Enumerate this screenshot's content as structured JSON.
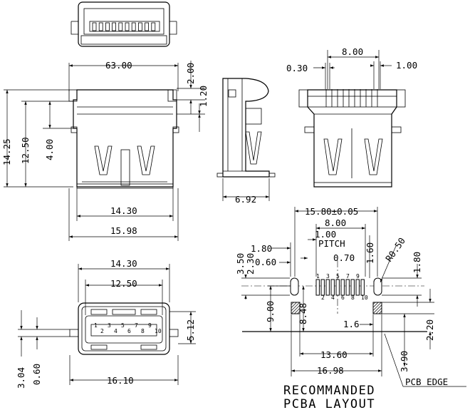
{
  "side_view_dims": {
    "d_63": "63.00",
    "d_2": "2.00",
    "d_120": "1.20",
    "d_1425": "14.25",
    "d_1250": "12.50",
    "d_4": "4.00",
    "d_1430": "14.30",
    "d_1598": "15.98"
  },
  "profile_view_dims": {
    "d_692": "6.92"
  },
  "rear_view_dims": {
    "d_8": "8.00",
    "d_030": "0.30",
    "d_1": "1.00"
  },
  "front_view_dims": {
    "d_1430": "14.30",
    "d_1250": "12.50",
    "d_512": "5.12",
    "d_304": "3.04",
    "d_060": "0.60",
    "d_1610": "16.10",
    "pin_labels": [
      "1",
      "3",
      "5",
      "7",
      "9",
      "2",
      "4",
      "6",
      "8",
      "10"
    ]
  },
  "layout_dims": {
    "d_1580": "15.80±0.05",
    "d_8": "8.00",
    "d_100": "1.00",
    "pitch": "PITCH",
    "d_070": "0.70",
    "d_350": "3.50",
    "d_230": "2.30",
    "d_180a": "1.80",
    "d_060": "0.60",
    "d_160": "1.60",
    "r_050": "R0.50",
    "d_180b": "1.80",
    "d_900": "9.00",
    "d_848": "8.48",
    "d_16": "1.6",
    "d_220": "2.20",
    "d_1360": "13.60",
    "d_390": "3.90",
    "d_1698": "16.98",
    "pcb_edge": "PCB EDGE",
    "pin_labels": [
      "1",
      "2",
      "3",
      "4",
      "5",
      "6",
      "7",
      "8",
      "9",
      "10"
    ]
  },
  "title": {
    "line1": "RECOMMANDED",
    "line2": "PCBA LAYOUT"
  }
}
